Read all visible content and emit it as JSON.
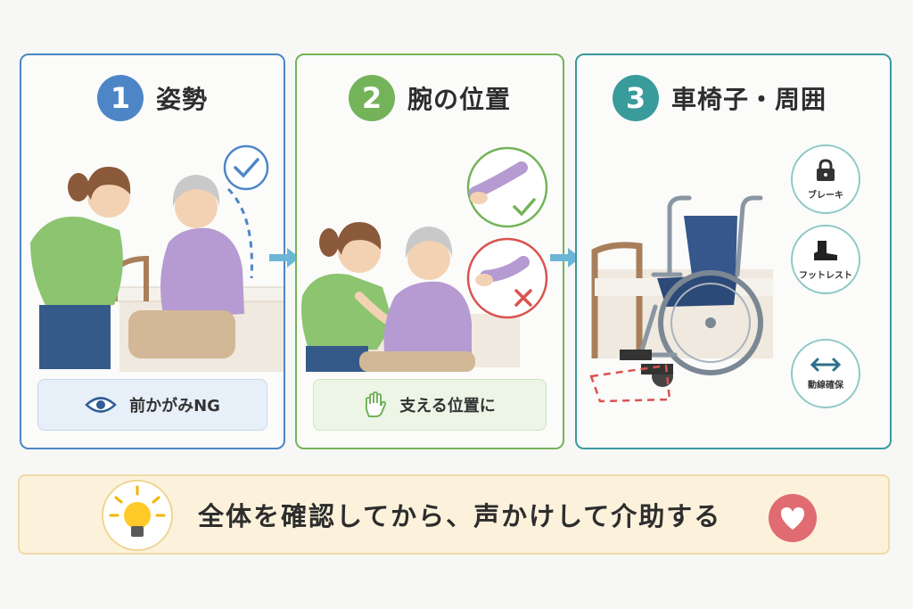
{
  "steps": [
    {
      "number": "1",
      "title": "姿勢",
      "tip": "前かがみNG",
      "accent": "#4d86c6"
    },
    {
      "number": "2",
      "title": "腕の位置",
      "tip": "支える位置に",
      "accent": "#74b35a"
    },
    {
      "number": "3",
      "title": "車椅子・周囲",
      "accent": "#3a9b9b",
      "checks": [
        {
          "label": "ブレーキ",
          "icon": "lock-icon"
        },
        {
          "label": "フットレスト",
          "icon": "boot-icon"
        },
        {
          "label": "動線確保",
          "icon": "double-arrow-icon"
        }
      ]
    }
  ],
  "banner": {
    "text": "全体を確認してから、声かけして介助する",
    "icon_left": "lightbulb-icon",
    "icon_right": "heart-icon"
  },
  "colors": {
    "blue": "#4d86c6",
    "green": "#74b35a",
    "teal": "#3a9b9b",
    "red": "#d9534f",
    "banner_bg": "#fcf2dc"
  }
}
